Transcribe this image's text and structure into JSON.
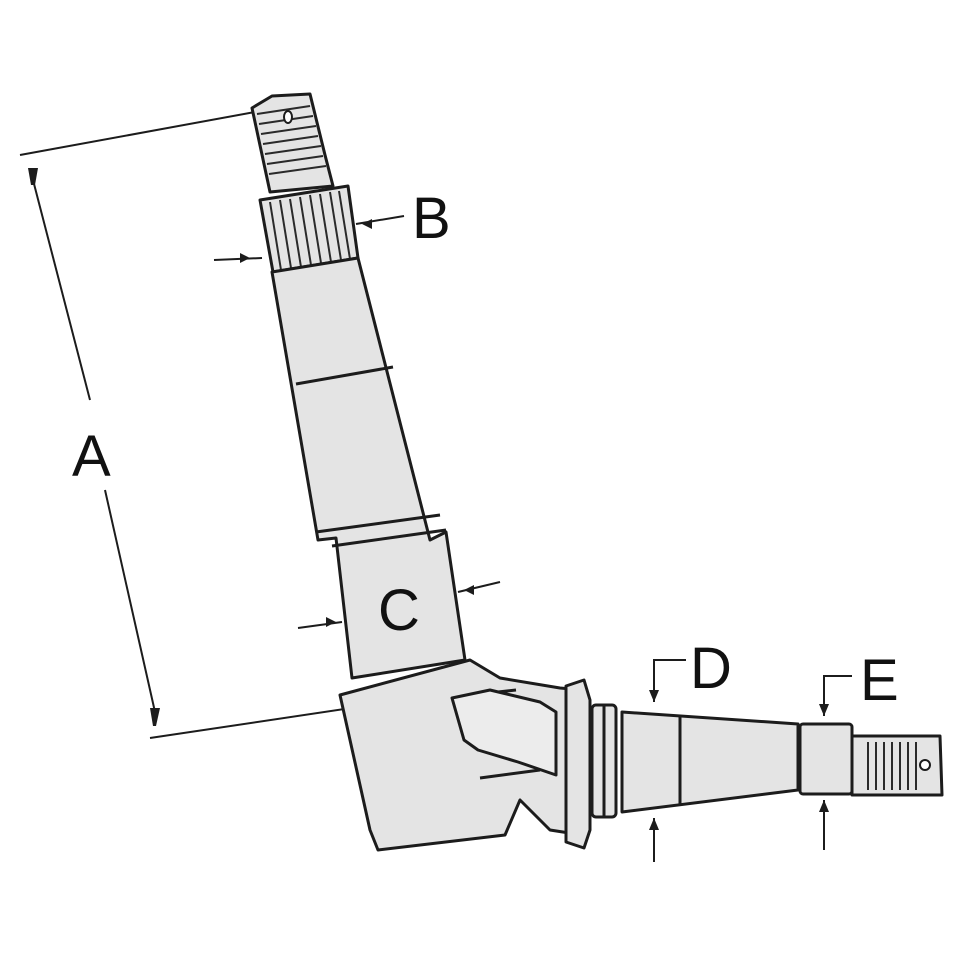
{
  "diagram": {
    "labels": {
      "a": "A",
      "b": "B",
      "c": "C",
      "d": "D",
      "e": "E"
    },
    "colors": {
      "line": "#1c1c1c",
      "fill": "#e4e4e4",
      "background": "#ffffff"
    }
  }
}
